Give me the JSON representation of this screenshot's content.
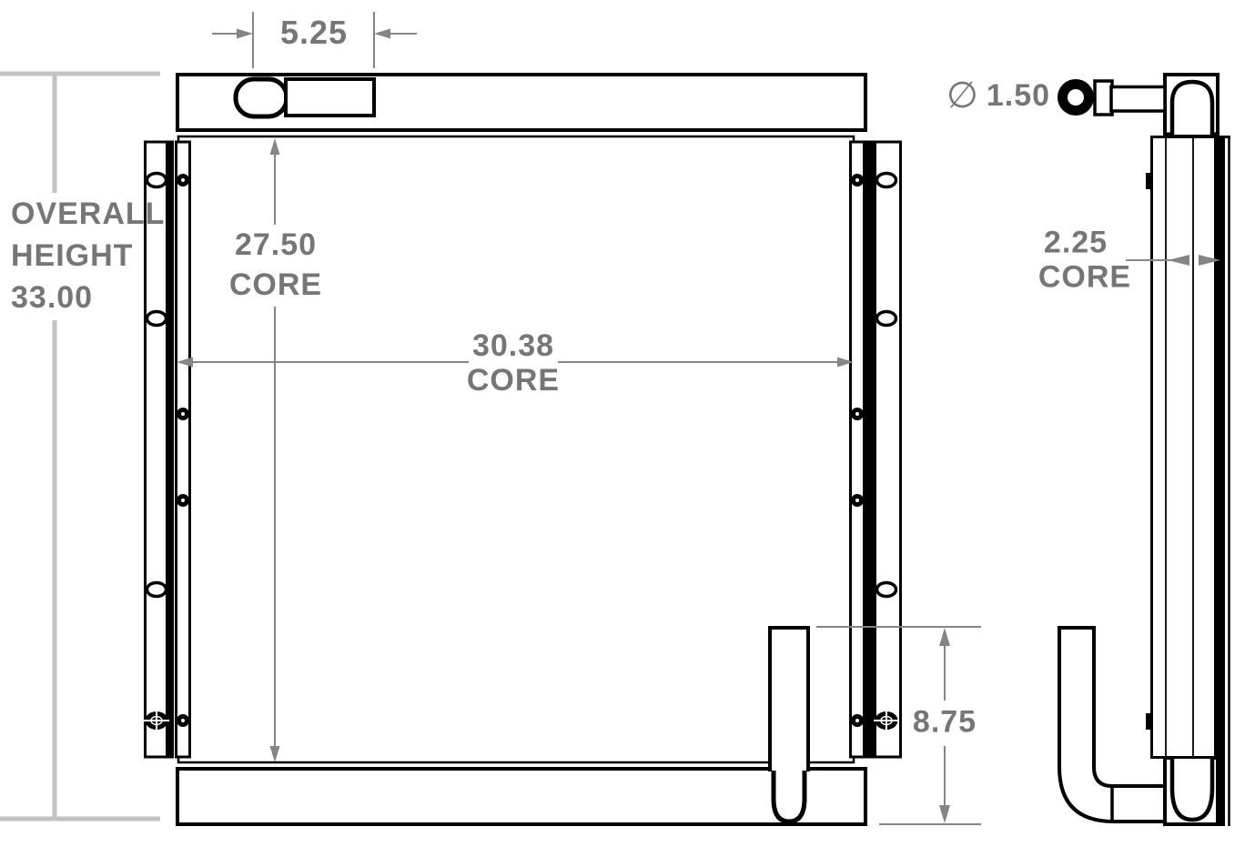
{
  "colors": {
    "outline": "#000000",
    "dimension_line": "#858585",
    "overall_dimension_line": "#c2c2c2",
    "dimension_text": "#767676",
    "background": "#ffffff"
  },
  "dims": {
    "port_offset": {
      "value": "5.25"
    },
    "overall_height": {
      "label_lines": [
        "OVERALL",
        "HEIGHT",
        "33.00"
      ]
    },
    "core_height": {
      "value": "27.50",
      "suffix": "CORE"
    },
    "core_width": {
      "value": "30.38",
      "suffix": "CORE"
    },
    "bottom_port": {
      "value": "8.75"
    },
    "port_diameter": {
      "symbol": "∅",
      "value": "1.50"
    },
    "core_depth": {
      "value": "2.25",
      "suffix": "CORE"
    }
  }
}
